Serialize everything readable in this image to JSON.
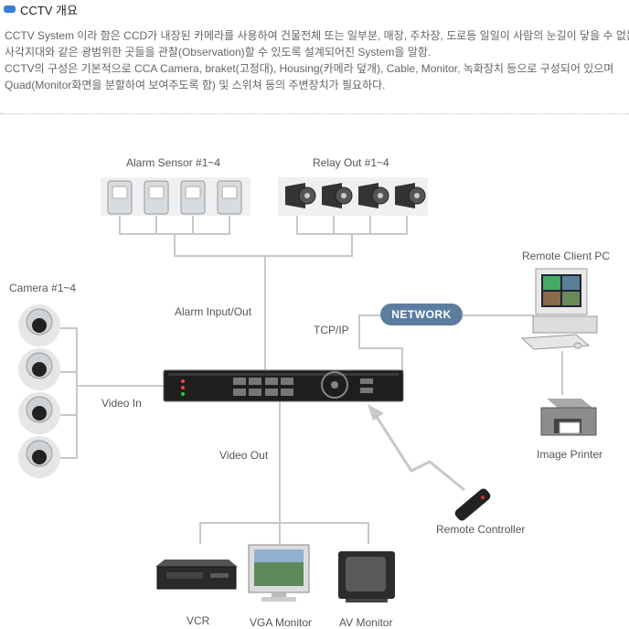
{
  "header": {
    "title": "CCTV 개요",
    "description": [
      "CCTV System 이라 함은 CCD가 내장된 카메라를 사용하여 건물전체 또는 일부분, 매장, 주차장, 도로등 일일이 사람의 눈길이 닿을 수 없는",
      "사각지대와 같은 광범위한 곳들을 관찰(Observation)할 수 있도록 설계되어진 System을 말함.",
      "CCTV의 구성은 기본적으로 CCA Camera, braket(고정대), Housing(카메라 덮개), Cable, Monitor, 녹화장치 등으로 구성되어 있으며",
      "Quad(Monitor화면을 분할하여 보여주도록 함) 및 스위쳐 등의 주변장치가 필요하다."
    ]
  },
  "diagram": {
    "alarm_sensor_label": "Alarm Sensor #1~4",
    "relay_out_label": "Relay Out #1~4",
    "camera_label": "Camera #1~4",
    "alarm_io_label": "Alarm Input/Out",
    "tcpip_label": "TCP/IP",
    "network_label": "NETWORK",
    "remote_pc_label": "Remote Client PC",
    "video_in_label": "Video In",
    "video_out_label": "Video Out",
    "image_printer_label": "Image Printer",
    "remote_controller_label": "Remote Controller",
    "vcr_label": "VCR",
    "vga_monitor_label": "VGA Monitor",
    "av_monitor_label": "AV Monitor"
  },
  "colors": {
    "accent": "#3a7fd5",
    "network": "#5d7da0",
    "connector": "#c8c8c8"
  }
}
